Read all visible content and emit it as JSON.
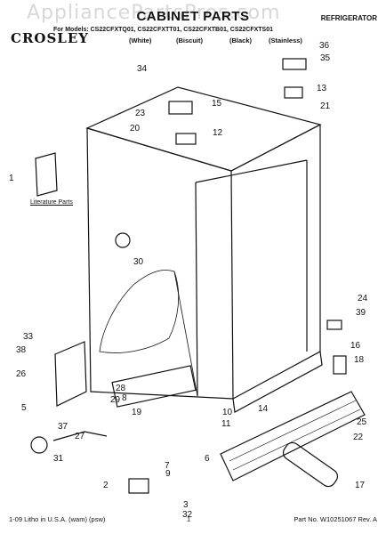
{
  "watermark": "AppliancePartsPros.com",
  "title": "CABINET PARTS",
  "category": "REFRIGERATOR",
  "brand": "CROSLEY",
  "models": "For Models: CS22CFXTQ01, CS22CFXTT01, CS22CFXTB01, CS22CFXTS01",
  "colors": [
    "(White)",
    "(Biscuit)",
    "(Black)",
    "(Stainless)"
  ],
  "literature_label": "Literature Parts",
  "callouts": [
    "1",
    "2",
    "3",
    "5",
    "6",
    "7",
    "8",
    "9",
    "10",
    "11",
    "12",
    "13",
    "14",
    "15",
    "16",
    "17",
    "18",
    "19",
    "20",
    "21",
    "22",
    "23",
    "24",
    "25",
    "26",
    "27",
    "28",
    "29",
    "30",
    "31",
    "32",
    "33",
    "34",
    "35",
    "36",
    "37",
    "38",
    "39"
  ],
  "footer": {
    "left": "1-09 Litho in U.S.A. (wam) (psw)",
    "center": "1",
    "right": "Part No. W10251067 Rev. A"
  }
}
